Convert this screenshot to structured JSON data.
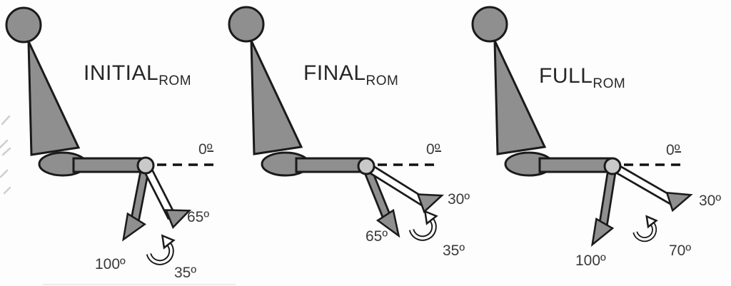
{
  "page": {
    "background": "#fdfdfd"
  },
  "colors": {
    "body_gray": "#8f8f8f",
    "joint_gray": "#c9c9c9",
    "outline": "#1a1a1a",
    "label": "#3a3a3a",
    "title": "#272727",
    "leg_white": "#ffffff"
  },
  "figures": [
    {
      "key": "initial",
      "title": "INITIAL",
      "title_sub": "ROM",
      "reference_label": {
        "num": "0",
        "ordinal": "º"
      },
      "flexed_label": "100º",
      "extended_label": "65º",
      "range_label": "35º",
      "flexed_angle_deg": 100,
      "extended_angle_deg": 65,
      "range_deg": 35
    },
    {
      "key": "final",
      "title": "FINAL",
      "title_sub": "ROM",
      "reference_label": {
        "num": "0",
        "ordinal": "º"
      },
      "flexed_label": "65º",
      "extended_label": "30º",
      "range_label": "35º",
      "flexed_angle_deg": 65,
      "extended_angle_deg": 30,
      "range_deg": 35
    },
    {
      "key": "full",
      "title": "FULL",
      "title_sub": "ROM",
      "reference_label": {
        "num": "0",
        "ordinal": "º"
      },
      "flexed_label": "100º",
      "extended_label": "30º",
      "range_label": "70º",
      "flexed_angle_deg": 100,
      "extended_angle_deg": 30,
      "range_deg": 70
    }
  ]
}
